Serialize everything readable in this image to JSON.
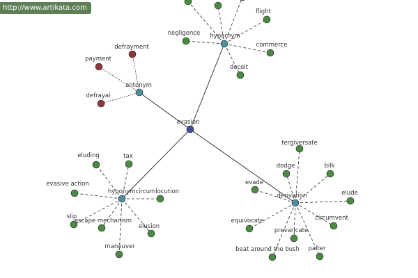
{
  "site": {
    "url": "http://www.artikata.com"
  },
  "colors": {
    "center": "#3f4f9a",
    "hub": "#4e8f9c",
    "leaf_green": "#4a8a43",
    "leaf_red": "#8a3a3a",
    "edge": "#222222",
    "url_bg": "#5f7f57"
  },
  "graph": {
    "center": {
      "id": "evasion",
      "label": "evasion"
    },
    "hubs": [
      {
        "id": "hypernym",
        "label": "hypernym"
      },
      {
        "id": "antonym",
        "label": "antonym"
      },
      {
        "id": "hyponym",
        "label": "hyponymcircumlocution"
      },
      {
        "id": "derivation",
        "label": "derivation"
      }
    ],
    "leaves": [
      {
        "hub": "hypernym",
        "label": "",
        "color": "green"
      },
      {
        "hub": "hypernym",
        "label": "",
        "color": "green"
      },
      {
        "hub": "hypernym",
        "label": "",
        "color": "green"
      },
      {
        "hub": "hypernym",
        "label": "flight",
        "color": "green"
      },
      {
        "hub": "hypernym",
        "label": "negligence",
        "color": "green"
      },
      {
        "hub": "hypernym",
        "label": "commerce",
        "color": "green"
      },
      {
        "hub": "hypernym",
        "label": "deceit",
        "color": "green"
      },
      {
        "hub": "antonym",
        "label": "defrayment",
        "color": "red"
      },
      {
        "hub": "antonym",
        "label": "payment",
        "color": "red"
      },
      {
        "hub": "antonym",
        "label": "defrayal",
        "color": "red"
      },
      {
        "hub": "hyponym",
        "label": "eluding",
        "color": "green"
      },
      {
        "hub": "hyponym",
        "label": "tax",
        "color": "green"
      },
      {
        "hub": "hyponym",
        "label": "evasive action",
        "color": "green"
      },
      {
        "hub": "hyponym",
        "label": "",
        "color": "green"
      },
      {
        "hub": "hyponym",
        "label": "slip",
        "color": "green"
      },
      {
        "hub": "hyponym",
        "label": "escape mechanism",
        "color": "green"
      },
      {
        "hub": "hyponym",
        "label": "elusion",
        "color": "green"
      },
      {
        "hub": "hyponym",
        "label": "maneuver",
        "color": "green"
      },
      {
        "hub": "derivation",
        "label": "tergiversate",
        "color": "green"
      },
      {
        "hub": "derivation",
        "label": "dodge",
        "color": "green"
      },
      {
        "hub": "derivation",
        "label": "bilk",
        "color": "green"
      },
      {
        "hub": "derivation",
        "label": "evade",
        "color": "green"
      },
      {
        "hub": "derivation",
        "label": "elude",
        "color": "green"
      },
      {
        "hub": "derivation",
        "label": "circumvent",
        "color": "green"
      },
      {
        "hub": "derivation",
        "label": "equivocate",
        "color": "green"
      },
      {
        "hub": "derivation",
        "label": "prevaricate",
        "color": "green"
      },
      {
        "hub": "derivation",
        "label": "beat around the bush",
        "color": "green"
      },
      {
        "hub": "derivation",
        "label": "palter",
        "color": "green"
      }
    ]
  }
}
